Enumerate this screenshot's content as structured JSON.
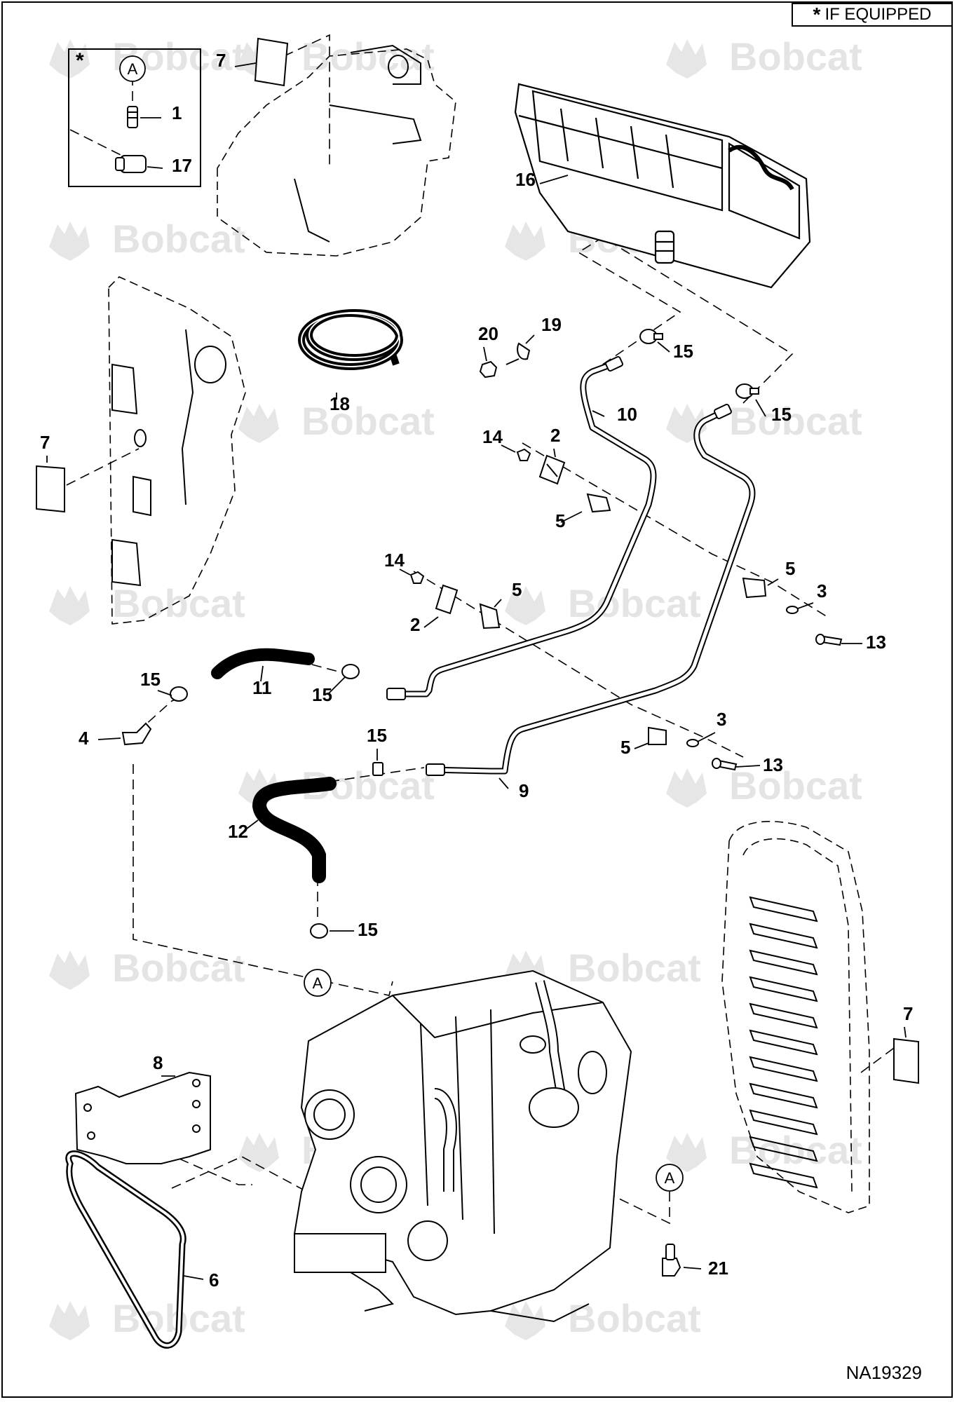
{
  "note": {
    "symbol": "*",
    "text": "IF EQUIPPED"
  },
  "drawing_number": "NA19329",
  "watermark": "Bobcat",
  "inset": {
    "symbol": "*",
    "ref": "A"
  },
  "callout_refs": [
    "A",
    "A",
    "A"
  ],
  "callouts": [
    "1",
    "17",
    "7",
    "16",
    "18",
    "20",
    "19",
    "15",
    "10",
    "15",
    "7",
    "14",
    "2",
    "5",
    "14",
    "5",
    "5",
    "3",
    "2",
    "13",
    "15",
    "11",
    "15",
    "4",
    "3",
    "5",
    "13",
    "15",
    "9",
    "12",
    "15",
    "7",
    "8",
    "6",
    "21"
  ]
}
